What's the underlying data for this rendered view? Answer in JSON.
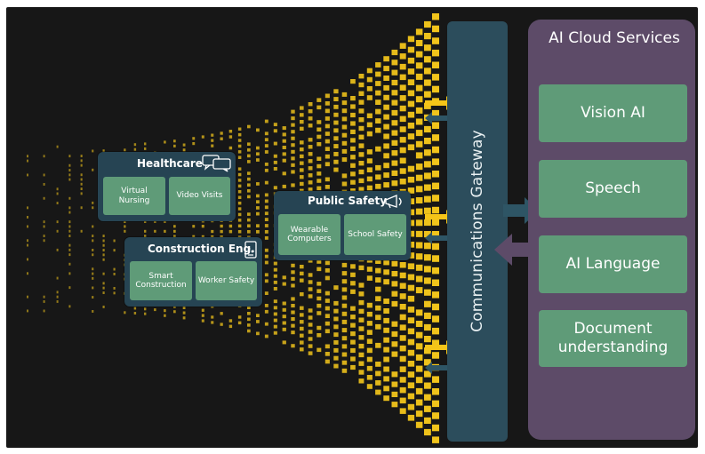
{
  "gateway": {
    "label": "Communications Gateway"
  },
  "ai_services": {
    "title": "AI Cloud Services",
    "items": [
      {
        "label": "Vision AI"
      },
      {
        "label": "Speech"
      },
      {
        "label": "AI Language"
      },
      {
        "label": "Document understanding"
      }
    ]
  },
  "cards": {
    "healthcare": {
      "title": "Healthcare",
      "items": [
        "Virtual Nursing",
        "Video Visits"
      ]
    },
    "public_safety": {
      "title": "Public Safety",
      "items": [
        "Wearable Computers",
        "School Safety"
      ]
    },
    "construction": {
      "title": "Construction Eng.",
      "items": [
        "Smart Construction",
        "Worker Safety"
      ]
    }
  },
  "colors": {
    "background": "#171717",
    "grid_yellow": "#f1c41b",
    "gateway": "#2c4d5c",
    "ai_panel": "#5d4b68",
    "service_green": "#5f9b78",
    "card_teal": "#264453",
    "arrow_yellow": "#f5c518",
    "arrow_teal": "#2e5565",
    "arrow_purple": "#5d4b68"
  },
  "icons": {
    "healthcare": "chat-bubbles-icon",
    "public_safety": "megaphone-icon",
    "construction": "tablet-icon"
  }
}
